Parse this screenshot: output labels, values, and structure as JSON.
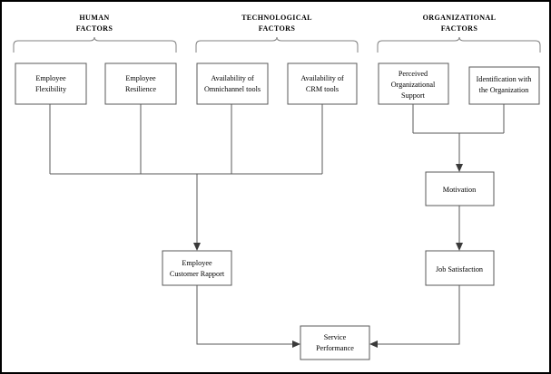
{
  "figure": {
    "type": "flowchart-diagram",
    "border_color": "#000000",
    "background": "#ffffff",
    "box_stroke": "#595959",
    "line_stroke": "#595959",
    "brace_stroke": "#808080"
  },
  "groups": [
    {
      "id": "human",
      "title_line1": "HUMAN",
      "title_line2": "FACTORS"
    },
    {
      "id": "technological",
      "title_line1": "TECHNOLOGICAL",
      "title_line2": "FACTORS"
    },
    {
      "id": "organizational",
      "title_line1": "ORGANIZATIONAL",
      "title_line2": "FACTORS"
    }
  ],
  "nodes": {
    "employee_flexibility": {
      "line1": "Employee",
      "line2": "Flexibility"
    },
    "employee_resilience": {
      "line1": "Employee",
      "line2": "Resilience"
    },
    "availability_omnichannel": {
      "line1": "Availability of",
      "line2": "Omnichannel tools"
    },
    "availability_crm": {
      "line1": "Availability of",
      "line2": "CRM tools"
    },
    "perceived_org_support": {
      "line1": "Perceived",
      "line2": "Organizational",
      "line3": "Support"
    },
    "identification_org": {
      "line1": "Identification with",
      "line2": "the Organization"
    },
    "motivation": {
      "line1": "Motivation"
    },
    "job_satisfaction": {
      "line1": "Job Satisfaction"
    },
    "employee_customer_rapport": {
      "line1": "Employee",
      "line2": "Customer Rapport"
    },
    "service_performance": {
      "line1": "Service",
      "line2": "Performance"
    }
  },
  "edges": [
    {
      "from": "employee_flexibility",
      "to": "employee_customer_rapport",
      "style": "merge-bus"
    },
    {
      "from": "employee_resilience",
      "to": "employee_customer_rapport",
      "style": "merge-bus"
    },
    {
      "from": "availability_omnichannel",
      "to": "employee_customer_rapport",
      "style": "merge-bus"
    },
    {
      "from": "availability_crm",
      "to": "employee_customer_rapport",
      "style": "merge-bus"
    },
    {
      "from": "perceived_org_support",
      "to": "motivation",
      "style": "merge-bus"
    },
    {
      "from": "identification_org",
      "to": "motivation",
      "style": "merge-bus"
    },
    {
      "from": "motivation",
      "to": "job_satisfaction",
      "style": "straight"
    },
    {
      "from": "employee_customer_rapport",
      "to": "service_performance",
      "style": "elbow"
    },
    {
      "from": "job_satisfaction",
      "to": "service_performance",
      "style": "elbow"
    }
  ]
}
